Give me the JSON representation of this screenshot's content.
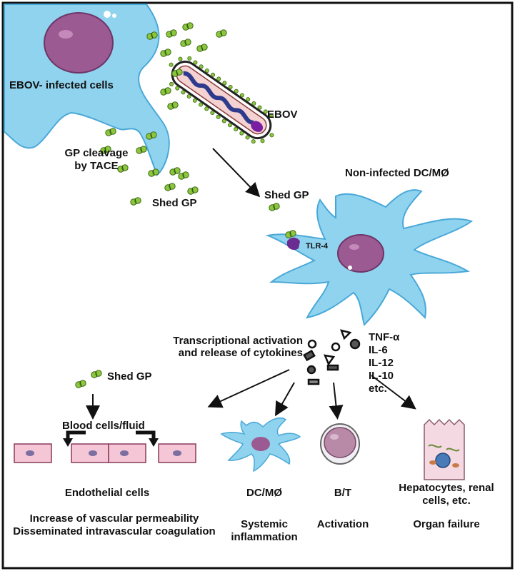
{
  "labels": {
    "infected_cells": "EBOV- infected cells",
    "ebov": "EBOV",
    "gp_cleavage_1": "GP cleavage",
    "gp_cleavage_2": "by TACE",
    "shed_gp_top": "Shed GP",
    "non_infected": "Non-infected DC/MØ",
    "shed_gp_mid": "Shed GP",
    "tlr4": "TLR-4",
    "transcription_1": "Transcriptional activation",
    "transcription_2": "and release of cytokines",
    "cytokines": [
      "TNF-α",
      "IL-6",
      "IL-12",
      "IL-10",
      "etc."
    ],
    "shed_gp_left": "Shed GP",
    "blood_cells": "Blood cells/fluid"
  },
  "targets": [
    {
      "name": "Endothelial cells",
      "lines": [
        "Increase of vascular permeability",
        "Disseminated intravascular coagulation"
      ]
    },
    {
      "name": "DC/MØ",
      "lines": [
        "Systemic",
        "inflammation"
      ]
    },
    {
      "name": "B/T",
      "lines": [
        "Activation"
      ]
    },
    {
      "name": "Hepatocytes, renal",
      "name2": "cells, etc.",
      "lines": [
        "Organ failure"
      ]
    }
  ],
  "colors": {
    "cell_blue": "#8fd3ee",
    "cell_outline": "#4aa8d8",
    "nucleus": "#9c5a92",
    "gp_green": "#8cc63f",
    "tlr_purple": "#6a2c91",
    "endothelial": "#f4c6d6"
  }
}
